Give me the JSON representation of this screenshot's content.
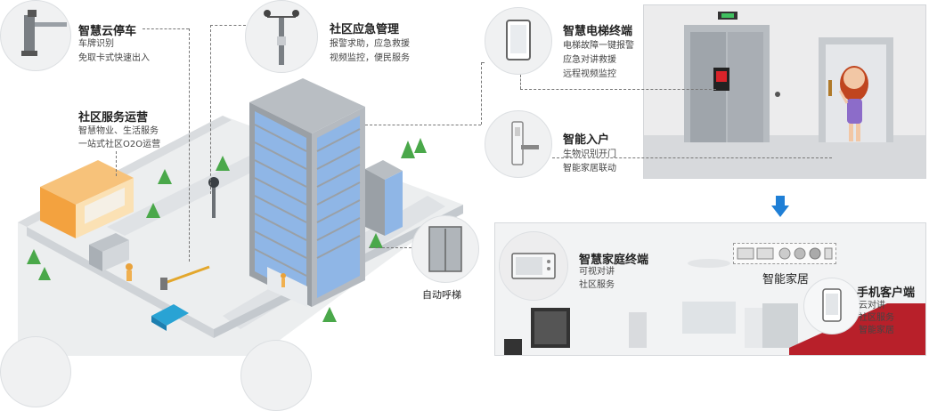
{
  "features": {
    "parking": {
      "title": "智慧云停车",
      "lines": [
        "车牌识别",
        "免取卡式快速出入"
      ]
    },
    "emergency": {
      "title": "社区应急管理",
      "lines": [
        "报警求助，应急救援",
        "视频监控，便民服务"
      ]
    },
    "service": {
      "title": "社区服务运营",
      "lines": [
        "智慧物业、生活服务",
        "一站式社区O2O运营"
      ]
    },
    "elevator": {
      "title": "智慧电梯终端",
      "lines": [
        "电梯故障一键报警",
        "应急对讲救援",
        "远程视频监控"
      ]
    },
    "entry": {
      "title": "智能入户",
      "lines": [
        "生物识别开门",
        "智能家居联动"
      ]
    },
    "call_elevator": {
      "title": "自动呼梯"
    },
    "home_terminal": {
      "title": "智慧家庭终端",
      "lines": [
        "可视对讲",
        "社区服务"
      ]
    },
    "smart_home": {
      "title": "智能家居"
    },
    "mobile": {
      "title": "手机客户端",
      "lines": [
        "云对讲",
        "社区服务",
        "智能家居"
      ]
    }
  },
  "colors": {
    "accent_arrow": "#1f7fd6",
    "building_glass": "#8fb6e6",
    "building_frame": "#9aa0a6",
    "ground": "#e6e8ea"
  }
}
